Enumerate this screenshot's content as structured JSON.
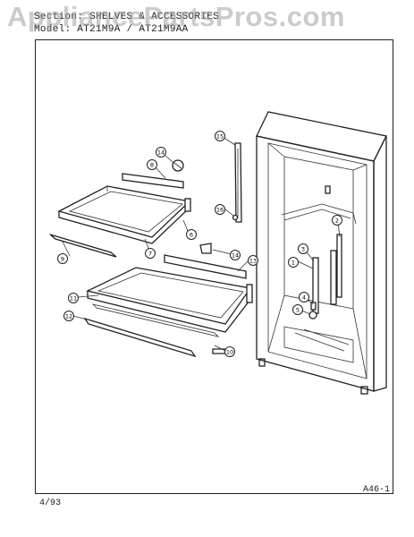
{
  "watermark": "AppliancePartsPros.com",
  "header": {
    "section": "Section: SHELVES & ACCESSORIES",
    "model": "Model: AT21M9A / AT21M9AA"
  },
  "footer": {
    "date": "4/93",
    "page_code": "A46-1"
  },
  "callouts": [
    {
      "id": "c14a",
      "num": "14"
    },
    {
      "id": "c8",
      "num": "8"
    },
    {
      "id": "c9",
      "num": "9"
    },
    {
      "id": "c7",
      "num": "7"
    },
    {
      "id": "c6",
      "num": "6"
    },
    {
      "id": "c15",
      "num": "15"
    },
    {
      "id": "c16",
      "num": "16"
    },
    {
      "id": "c14b",
      "num": "14"
    },
    {
      "id": "c13a",
      "num": "13"
    },
    {
      "id": "c11",
      "num": "11"
    },
    {
      "id": "c12",
      "num": "12"
    },
    {
      "id": "c10",
      "num": "10"
    },
    {
      "id": "c2",
      "num": "2"
    },
    {
      "id": "c3",
      "num": "3"
    },
    {
      "id": "c1",
      "num": "1"
    },
    {
      "id": "c4",
      "num": "4"
    },
    {
      "id": "c5",
      "num": "5"
    }
  ]
}
